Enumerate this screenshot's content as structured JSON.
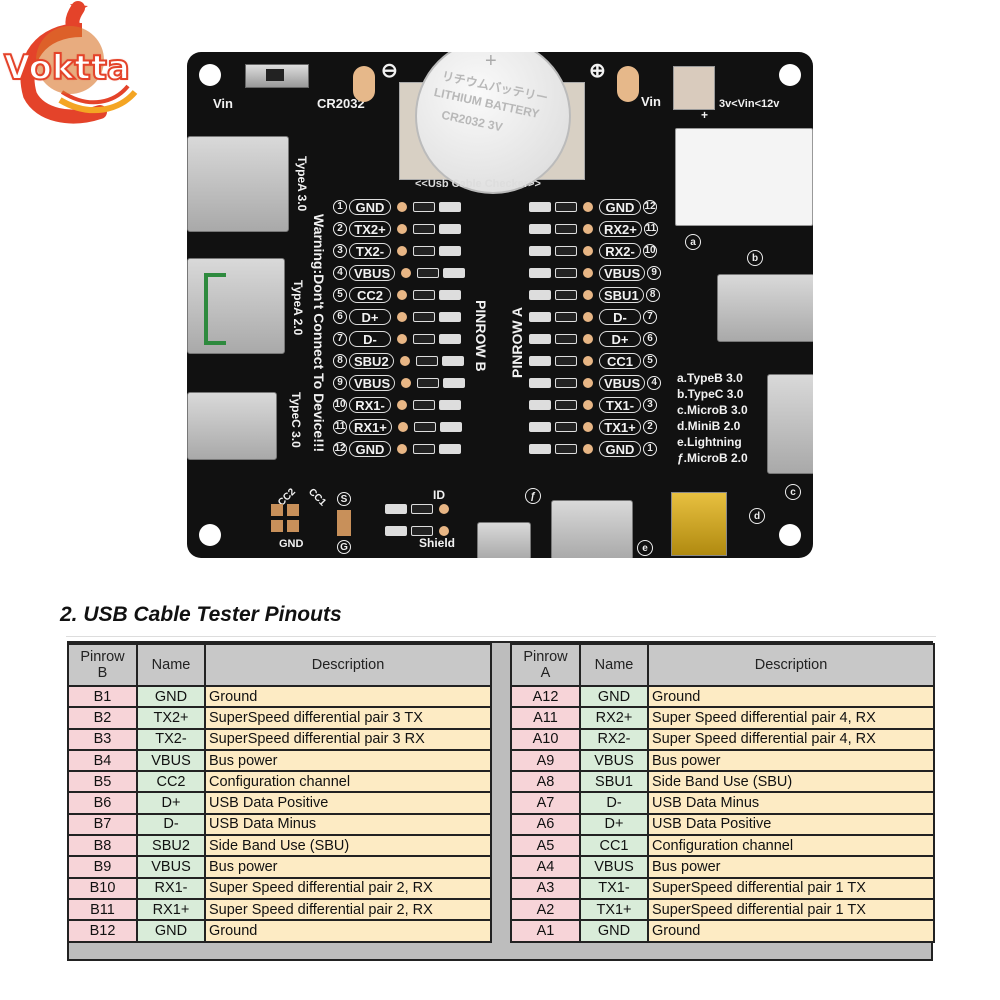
{
  "logo": {
    "text": "Voktta",
    "icon": "koi-fish-logo-icon",
    "colors": {
      "primary": "#e4432a",
      "accent": "#f4a523"
    }
  },
  "board": {
    "switch_labels": {
      "left": "Vin",
      "right": "CR2032"
    },
    "polarity": {
      "minus": "⊖",
      "plus": "⊕"
    },
    "battery": {
      "jp_text": "リチウムバッテリー",
      "line1": "LITHIUM BATTERY",
      "line2": "CR2032  3V"
    },
    "power_connector": {
      "label": "Vin",
      "range": "3v<Vin<12v",
      "plus": "+"
    },
    "checker_title": "<<Usb Cable Checker>>",
    "left_ports": [
      "TypeA 3.0",
      "TypeA 2.0",
      "TypeC 3.0"
    ],
    "warning": "Warning:Don't Connect To Device!!!",
    "pinrow_b_label": "PINROW B",
    "pinrow_a_label": "PINROW A",
    "pinrow_b": [
      {
        "n": "1",
        "name": "GND"
      },
      {
        "n": "2",
        "name": "TX2+"
      },
      {
        "n": "3",
        "name": "TX2-"
      },
      {
        "n": "4",
        "name": "VBUS"
      },
      {
        "n": "5",
        "name": "CC2"
      },
      {
        "n": "6",
        "name": "D+"
      },
      {
        "n": "7",
        "name": "D-"
      },
      {
        "n": "8",
        "name": "SBU2"
      },
      {
        "n": "9",
        "name": "VBUS"
      },
      {
        "n": "10",
        "name": "RX1-"
      },
      {
        "n": "11",
        "name": "RX1+"
      },
      {
        "n": "12",
        "name": "GND"
      }
    ],
    "pinrow_a": [
      {
        "n": "12",
        "name": "GND"
      },
      {
        "n": "11",
        "name": "RX2+"
      },
      {
        "n": "10",
        "name": "RX2-"
      },
      {
        "n": "9",
        "name": "VBUS"
      },
      {
        "n": "8",
        "name": "SBU1"
      },
      {
        "n": "7",
        "name": "D-"
      },
      {
        "n": "6",
        "name": "D+"
      },
      {
        "n": "5",
        "name": "CC1"
      },
      {
        "n": "4",
        "name": "VBUS"
      },
      {
        "n": "3",
        "name": "TX1-"
      },
      {
        "n": "2",
        "name": "TX1+"
      },
      {
        "n": "1",
        "name": "GND"
      }
    ],
    "port_legend": [
      "a.TypeB 3.0",
      "b.TypeC 3.0",
      "c.MicroB 3.0",
      "d.MiniB 2.0",
      "e.Lightning",
      "ƒ.MicroB 2.0"
    ],
    "port_markers": [
      "a",
      "b",
      "c",
      "d",
      "e",
      "ƒ"
    ],
    "bottom_labels": {
      "cc2": "CC2",
      "cc1": "CC1",
      "gnd": "GND",
      "s": "S",
      "g": "G",
      "id": "ID",
      "shield": "Shield"
    }
  },
  "section": {
    "title": "2. USB Cable Tester Pinouts"
  },
  "table_b": {
    "headers": {
      "pin_line1": "Pinrow",
      "pin_line2": "B",
      "name": "Name",
      "desc": "Description"
    },
    "rows": [
      {
        "pin": "B1",
        "name": "GND",
        "desc": "Ground"
      },
      {
        "pin": "B2",
        "name": "TX2+",
        "desc": "SuperSpeed differential pair 3 TX"
      },
      {
        "pin": "B3",
        "name": "TX2-",
        "desc": "SuperSpeed differential pair 3 RX"
      },
      {
        "pin": "B4",
        "name": "VBUS",
        "desc": "Bus power"
      },
      {
        "pin": "B5",
        "name": "CC2",
        "desc": "Configuration channel"
      },
      {
        "pin": "B6",
        "name": "D+",
        "desc": "USB Data Positive"
      },
      {
        "pin": "B7",
        "name": "D-",
        "desc": "USB Data Minus"
      },
      {
        "pin": "B8",
        "name": "SBU2",
        "desc": "Side Band Use (SBU)"
      },
      {
        "pin": "B9",
        "name": "VBUS",
        "desc": "Bus power"
      },
      {
        "pin": "B10",
        "name": "RX1-",
        "desc": "Super Speed differential pair 2, RX"
      },
      {
        "pin": "B11",
        "name": "RX1+",
        "desc": "Super Speed differential pair 2, RX"
      },
      {
        "pin": "B12",
        "name": "GND",
        "desc": "Ground"
      }
    ]
  },
  "table_a": {
    "headers": {
      "pin_line1": "Pinrow",
      "pin_line2": "A",
      "name": "Name",
      "desc": "Description"
    },
    "rows": [
      {
        "pin": "A12",
        "name": "GND",
        "desc": "Ground"
      },
      {
        "pin": "A11",
        "name": "RX2+",
        "desc": "Super Speed differential pair 4, RX"
      },
      {
        "pin": "A10",
        "name": "RX2-",
        "desc": "Super Speed differential pair 4, RX"
      },
      {
        "pin": "A9",
        "name": "VBUS",
        "desc": "Bus power"
      },
      {
        "pin": "A8",
        "name": "SBU1",
        "desc": "Side Band Use (SBU)"
      },
      {
        "pin": "A7",
        "name": "D-",
        "desc": "USB Data Minus"
      },
      {
        "pin": "A6",
        "name": "D+",
        "desc": "USB Data Positive"
      },
      {
        "pin": "A5",
        "name": "CC1",
        "desc": "Configuration channel"
      },
      {
        "pin": "A4",
        "name": "VBUS",
        "desc": "Bus power"
      },
      {
        "pin": "A3",
        "name": "TX1-",
        "desc": "SuperSpeed differential pair 1 TX"
      },
      {
        "pin": "A2",
        "name": "TX1+",
        "desc": "SuperSpeed differential pair 1 TX"
      },
      {
        "pin": "A1",
        "name": "GND",
        "desc": "Ground"
      }
    ]
  }
}
